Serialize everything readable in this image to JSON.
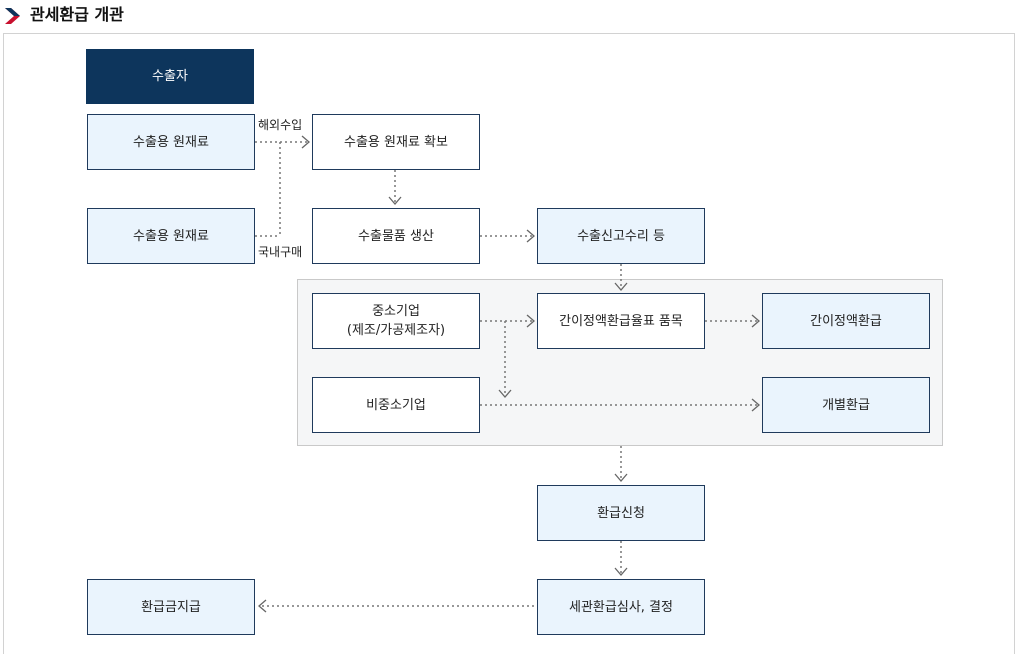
{
  "header": {
    "title": "관세환급 개관",
    "icon": "chevron-right-icon",
    "icon_color": "#c8102e"
  },
  "colors": {
    "dark_box": "#0d355c",
    "light_box": "#eaf4fd",
    "group_bg": "#f5f6f7",
    "border": "#1f3a5c"
  },
  "nodes": {
    "exporter": "수출자",
    "raw_material_1": "수출용 원재료",
    "raw_material_2": "수출용 원재료",
    "secure_materials": "수출용 원재료 확보",
    "produce_goods": "수출물품 생산",
    "export_declaration": "수출신고수리 등",
    "sme_line1": "중소기업",
    "sme_line2": "(제조/가공제조자)",
    "simplified_items": "간이정액환급율표 품목",
    "simplified_refund": "간이정액환급",
    "non_sme": "비중소기업",
    "individual_refund": "개별환급",
    "refund_application": "환급신청",
    "customs_review": "세관환급심사, 결정",
    "refund_payment": "환급금지급"
  },
  "labels": {
    "overseas_import": "해외수입",
    "domestic_purchase": "국내구매"
  }
}
